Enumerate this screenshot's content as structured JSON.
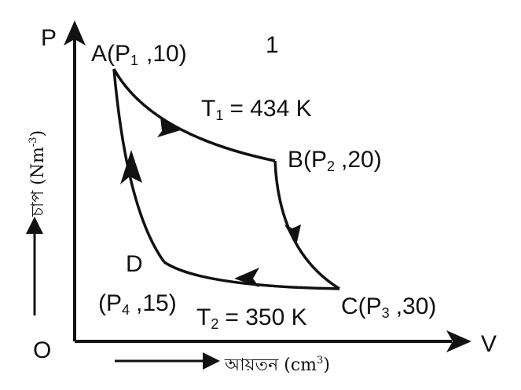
{
  "axes": {
    "origin": "O",
    "y_axis": "P",
    "x_axis": "V",
    "y_caption": "চাপ (Nm",
    "y_caption_sup": "-3",
    "y_caption_close": ")",
    "x_caption": "আয়তন (cm",
    "x_caption_sup": "3",
    "x_caption_close": ")"
  },
  "corner_mark": "1",
  "points": {
    "A": {
      "letter": "A",
      "open": "(P",
      "sub": "1",
      "value": ",10)"
    },
    "B": {
      "letter": "B",
      "open": "(P",
      "sub": "2",
      "value": ",20)"
    },
    "C": {
      "letter": "C",
      "open": "(P",
      "sub": "3",
      "value": ",30)"
    },
    "D": {
      "letter": "D",
      "open": "(P",
      "sub": "4",
      "value": ",15)"
    }
  },
  "isotherms": {
    "t1": {
      "symbol": "T",
      "sub": "1",
      "value": "= 434 K"
    },
    "t2": {
      "symbol": "T",
      "sub": "2",
      "value": "= 350 K"
    }
  },
  "colors": {
    "ink": "#111111",
    "background": "#ffffff"
  }
}
